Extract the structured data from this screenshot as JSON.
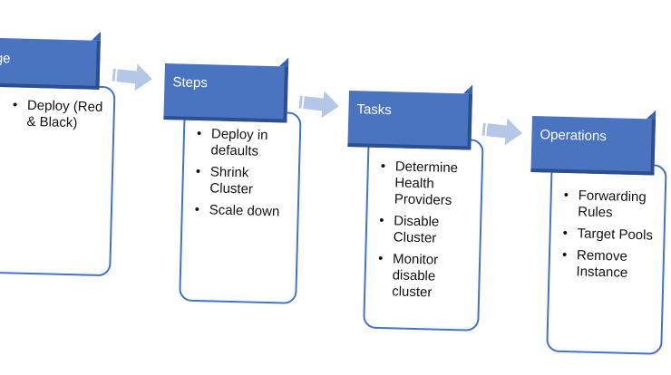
{
  "stages": [
    {
      "title": "Stage",
      "items": [
        "Deploy (Red & Black)"
      ]
    },
    {
      "title": "Steps",
      "items": [
        "Deploy in defaults",
        "Shrink Cluster",
        "Scale down"
      ]
    },
    {
      "title": "Tasks",
      "items": [
        "Determine Health Providers",
        "Disable Cluster",
        "Monitor disable cluster"
      ]
    },
    {
      "title": "Operations",
      "items": [
        "Forwarding Rules",
        "Target Pools",
        "Remove Instance"
      ]
    }
  ],
  "colors": {
    "header_fill": "#4a73c0",
    "header_shadow": "#2b4f93",
    "card_border": "#4472c4",
    "arrow_fill": "#b4c7e7"
  },
  "icons": {
    "connector": "right-arrow-icon"
  }
}
